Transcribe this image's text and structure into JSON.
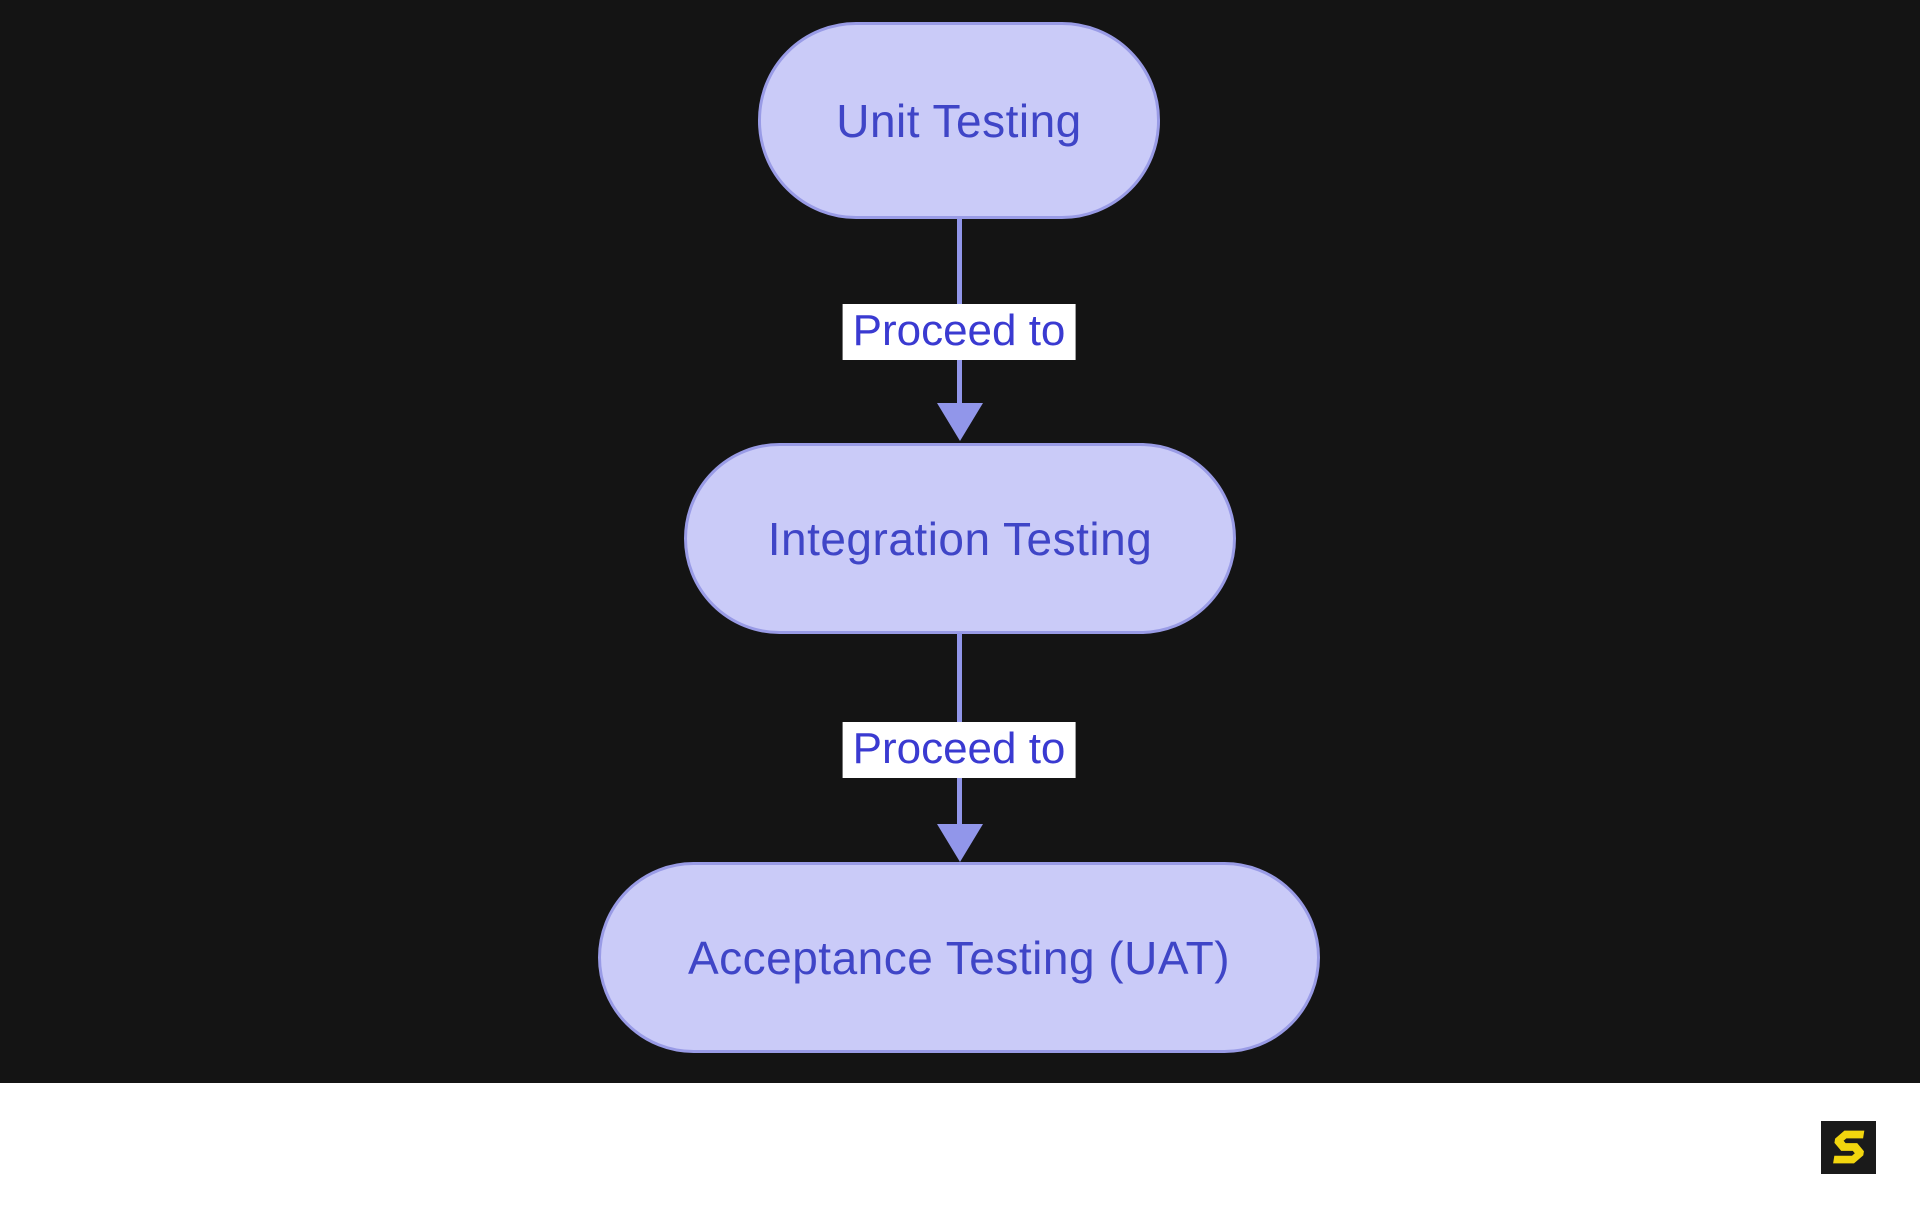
{
  "page": {
    "background_color": "#141414",
    "footer_background_color": "#ffffff"
  },
  "chart_data": {
    "type": "flowchart",
    "direction": "top-down",
    "nodes": [
      {
        "id": "unit",
        "label": "Unit Testing",
        "shape": "pill"
      },
      {
        "id": "integration",
        "label": "Integration Testing",
        "shape": "pill"
      },
      {
        "id": "uat",
        "label": "Acceptance Testing (UAT)",
        "shape": "pill"
      }
    ],
    "edges": [
      {
        "from": "unit",
        "to": "integration",
        "label": "Proceed to"
      },
      {
        "from": "integration",
        "to": "uat",
        "label": "Proceed to"
      }
    ]
  },
  "flowchart": {
    "nodes": [
      {
        "label": "Unit Testing"
      },
      {
        "label": "Integration Testing"
      },
      {
        "label": "Acceptance Testing (UAT)"
      }
    ],
    "edges": [
      {
        "label": "Proceed to"
      },
      {
        "label": "Proceed to"
      }
    ],
    "colors": {
      "node_fill": "#cacbf8",
      "node_border": "#999be6",
      "node_text": "#3f45c7",
      "edge_line": "#9196ea",
      "edge_label_text": "#3a3ad1",
      "edge_label_background": "#ffffff"
    }
  },
  "footer": {
    "logo": {
      "icon": "s-logo-icon",
      "background_color": "#1a1a1a",
      "glyph_color": "#f2d60e"
    }
  }
}
